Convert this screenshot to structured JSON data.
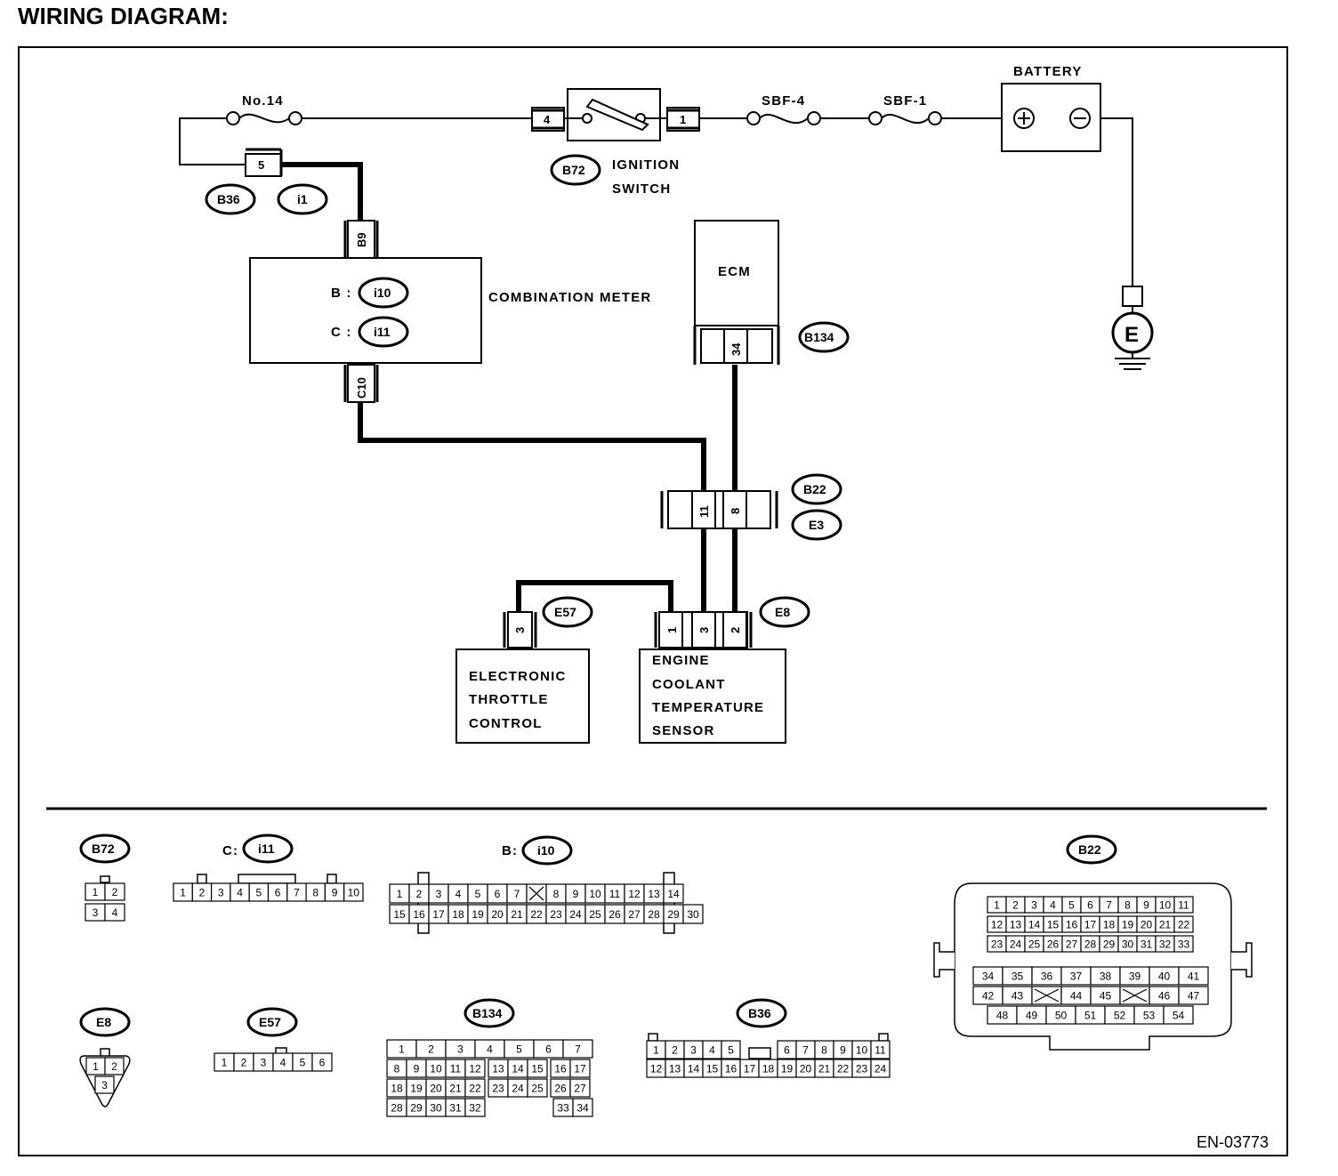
{
  "title": "WIRING DIAGRAM:",
  "figure_id": "EN-03773",
  "components": {
    "fuse_no14": "No.14",
    "sbf4": "SBF-4",
    "sbf1": "SBF-1",
    "battery": "BATTERY",
    "ignition_switch_1": "IGNITION",
    "ignition_switch_2": "SWITCH",
    "combination_meter": "COMBINATION METER",
    "meter_b": "B :",
    "meter_c": "C :",
    "ecm": "ECM",
    "etc_1": "ELECTRONIC",
    "etc_2": "THROTTLE",
    "etc_3": "CONTROL",
    "ects_1": "ENGINE",
    "ects_2": "COOLANT",
    "ects_3": "TEMPERATURE",
    "ects_4": "SENSOR",
    "ground": "E"
  },
  "connectors": {
    "b72": "B72",
    "b36": "B36",
    "i1": "i1",
    "i10": "i10",
    "i11": "i11",
    "b134": "B134",
    "b22": "B22",
    "e3": "E3",
    "e57": "E57",
    "e8": "E8"
  },
  "pins": {
    "ign_4": "4",
    "ign_1": "1",
    "b36_5": "5",
    "meter_b9": "B9",
    "meter_c10": "C10",
    "ecm_34": "34",
    "b22_11": "11",
    "b22_8": "8",
    "e8_1": "1",
    "e8_3": "3",
    "e8_2": "2",
    "e57_3": "3"
  },
  "legend": {
    "b72_label": "B72",
    "b72_cells": [
      [
        "1",
        "2"
      ],
      [
        "3",
        "4"
      ]
    ],
    "i11_prefix": "C:",
    "i11_label": "i11",
    "i11_cells": [
      "1",
      "2",
      "3",
      "4",
      "5",
      "6",
      "7",
      "8",
      "9",
      "10"
    ],
    "i10_prefix": "B:",
    "i10_label": "i10",
    "i10_row1": [
      "1",
      "2",
      "3",
      "4",
      "5",
      "6",
      "7",
      "",
      "8",
      "9",
      "10",
      "11",
      "12",
      "13",
      "14"
    ],
    "i10_row2": [
      "15",
      "16",
      "17",
      "18",
      "19",
      "20",
      "21",
      "22",
      "23",
      "24",
      "25",
      "26",
      "27",
      "28",
      "29",
      "30"
    ],
    "b22_label": "B22",
    "b22_row1": [
      "1",
      "2",
      "3",
      "4",
      "5",
      "6",
      "7",
      "8",
      "9",
      "10",
      "11"
    ],
    "b22_row2": [
      "12",
      "13",
      "14",
      "15",
      "16",
      "17",
      "18",
      "19",
      "20",
      "21",
      "22"
    ],
    "b22_row3": [
      "23",
      "24",
      "25",
      "26",
      "27",
      "28",
      "29",
      "30",
      "31",
      "32",
      "33"
    ],
    "b22_row4": [
      "34",
      "35",
      "36",
      "37",
      "38",
      "39",
      "40",
      "41"
    ],
    "b22_row5": [
      "42",
      "43",
      "",
      "44",
      "45",
      "",
      "46",
      "47"
    ],
    "b22_row6": [
      "48",
      "49",
      "50",
      "51",
      "52",
      "53",
      "54"
    ],
    "e8_label": "E8",
    "e8_cells": [
      "1",
      "2",
      "3"
    ],
    "e57_label": "E57",
    "e57_cells": [
      "1",
      "2",
      "3",
      "4",
      "5",
      "6"
    ],
    "b134_label": "B134",
    "b134_row1": [
      "1",
      "2",
      "3",
      "4",
      "5",
      "6",
      "7"
    ],
    "b134_row2": [
      "8",
      "9",
      "10",
      "11",
      "12",
      "13",
      "14",
      "15",
      "16",
      "17"
    ],
    "b134_row3": [
      "18",
      "19",
      "20",
      "21",
      "22",
      "23",
      "24",
      "25",
      "26",
      "27"
    ],
    "b134_row4": [
      "28",
      "29",
      "30",
      "31",
      "32",
      "33",
      "34"
    ],
    "b36_label": "B36",
    "b36_row1": [
      "1",
      "2",
      "3",
      "4",
      "5",
      "6",
      "7",
      "8",
      "9",
      "10",
      "11"
    ],
    "b36_row2": [
      "12",
      "13",
      "14",
      "15",
      "16",
      "17",
      "18",
      "19",
      "20",
      "21",
      "22",
      "23",
      "24"
    ]
  }
}
